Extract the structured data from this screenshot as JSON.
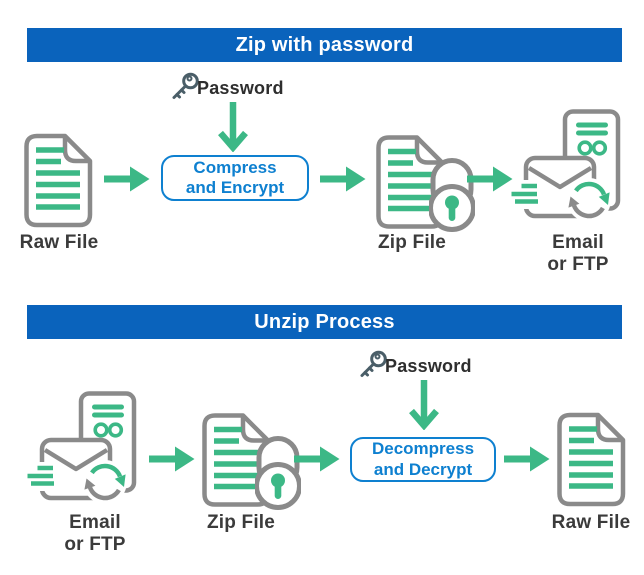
{
  "colors": {
    "header_bg": "#0a63bc",
    "header_text": "#ffffff",
    "process_box_blue": "#0e80d0",
    "arrow_green": "#3cb886",
    "icon_outline_gray": "#8a8a8a",
    "label_dark": "#3b3b3b",
    "key_dark": "#4a5e68",
    "background": "#ffffff"
  },
  "icons": {
    "key": "password-key-icon",
    "document": "raw-file-document-icon",
    "zip_lock": "zip-file-lock-icon",
    "email_ftp": "email-ftp-transfer-icon",
    "arrow_right": "arrow-right-icon",
    "arrow_down": "arrow-down-icon"
  },
  "sections": [
    {
      "title": "Zip with password",
      "password_label": "Password",
      "box": {
        "line1": "Compress",
        "line2": "and Encrypt"
      },
      "labels": {
        "source": "Raw File",
        "zip": "Zip File",
        "dest1": "Email",
        "dest2": "or FTP"
      }
    },
    {
      "title": "Unzip Process",
      "password_label": "Password",
      "box": {
        "line1": "Decompress",
        "line2": "and Decrypt"
      },
      "labels": {
        "source1": "Email",
        "source2": "or FTP",
        "zip": "Zip File",
        "dest": "Raw File"
      }
    }
  ]
}
